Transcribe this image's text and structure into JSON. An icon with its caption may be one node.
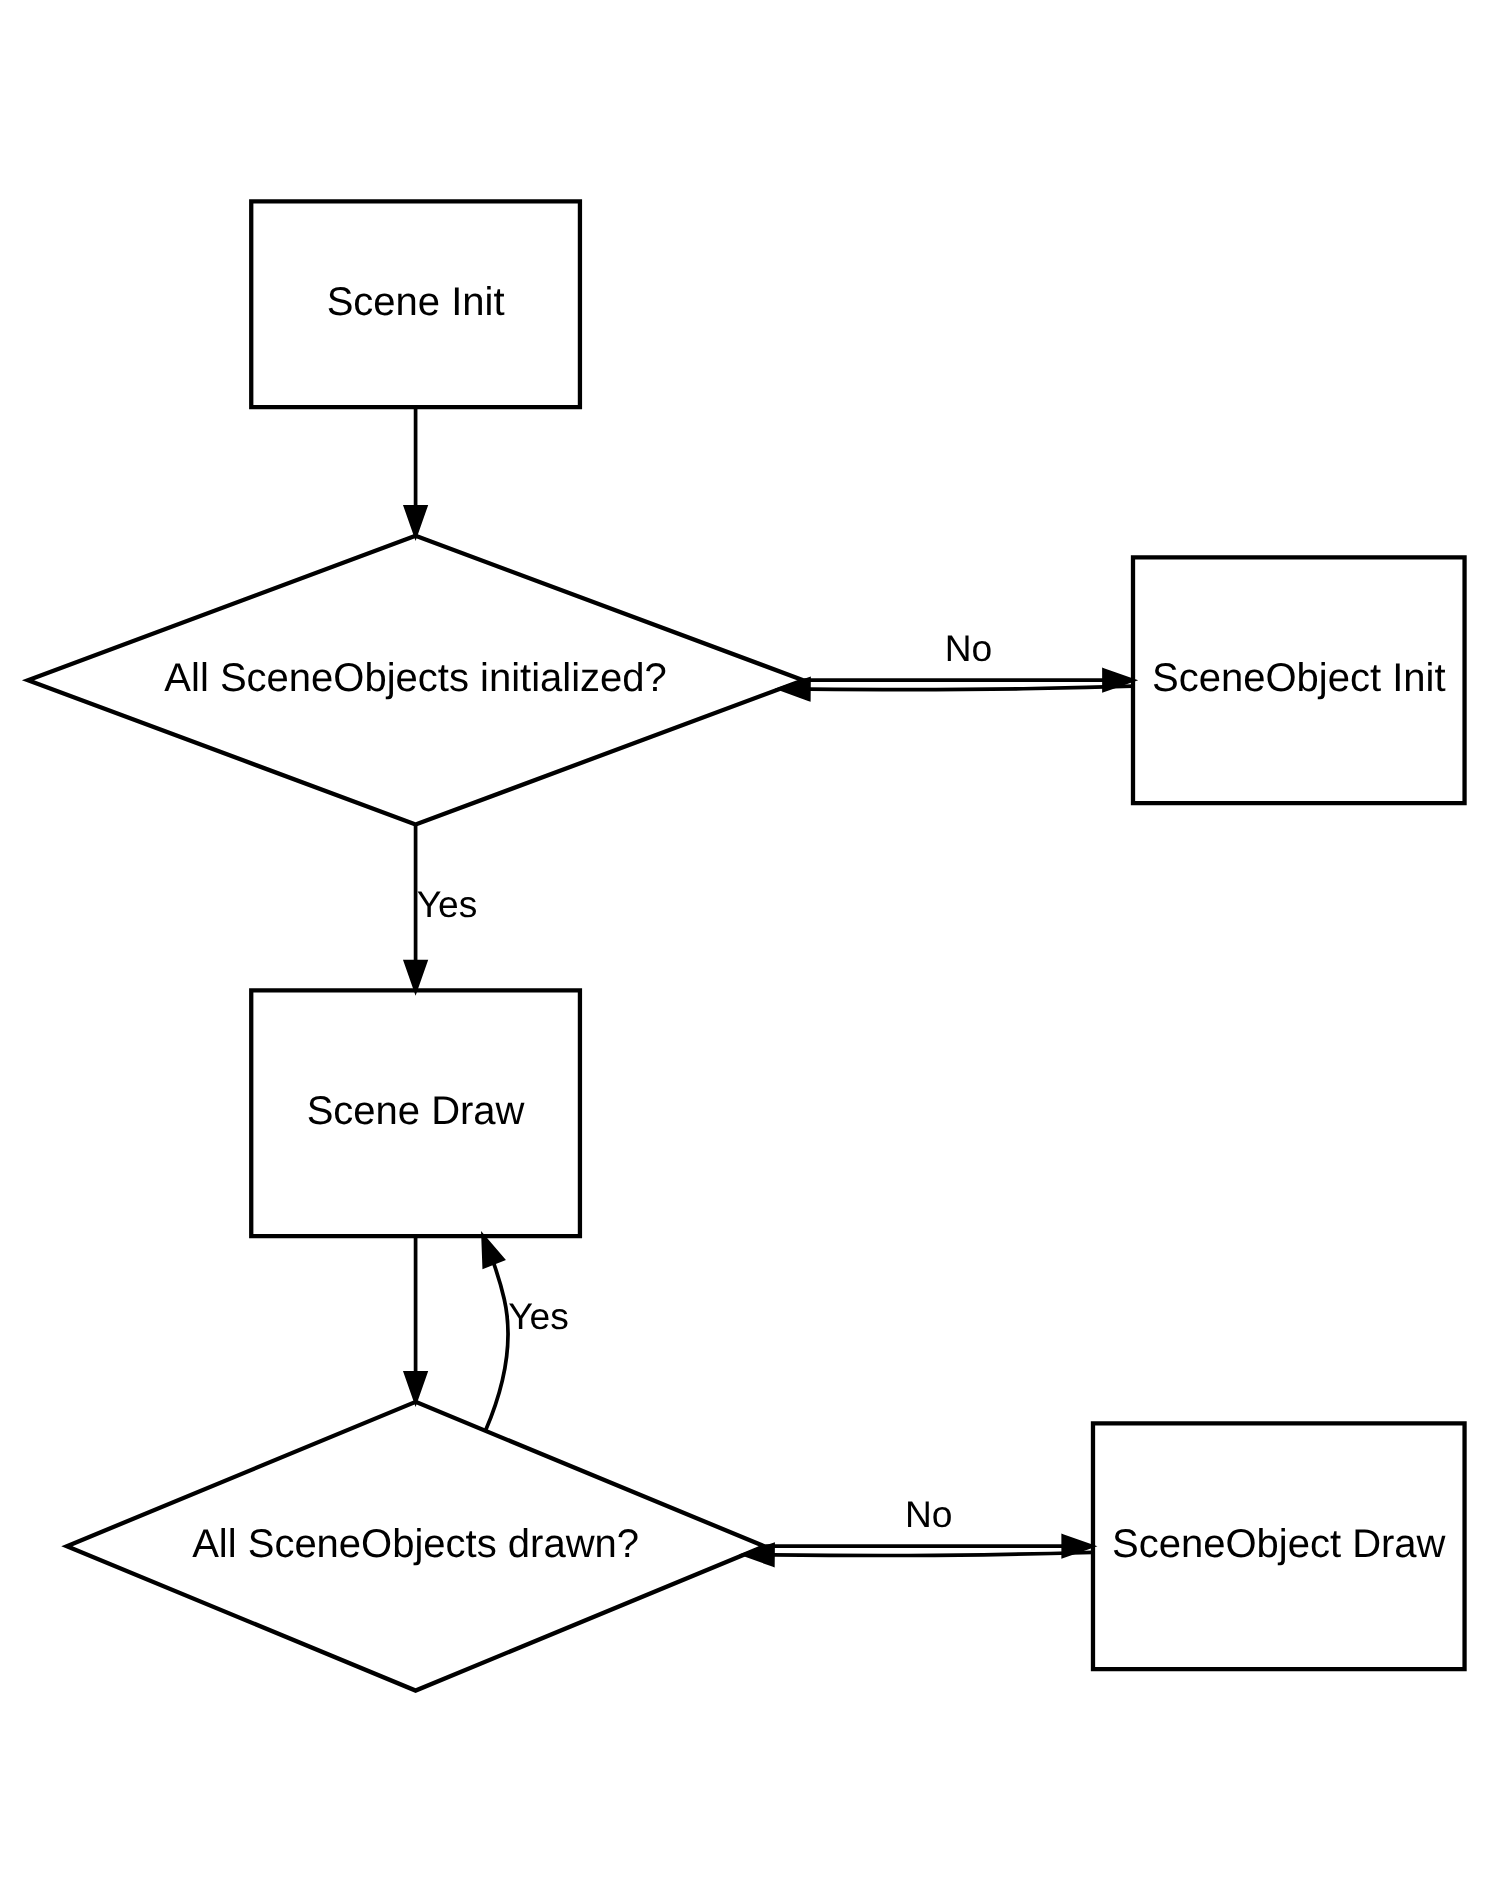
{
  "diagram": {
    "nodes": [
      {
        "text": [
          "Scene Init"
        ]
      },
      {
        "text": [
          "All SceneObjects initialized?"
        ]
      },
      {
        "text": [
          "SceneObject Init"
        ]
      },
      {
        "text": [
          "Scene Draw"
        ]
      },
      {
        "text": [
          "All SceneObjects drawn?"
        ]
      },
      {
        "text": [
          "SceneObject Draw"
        ]
      }
    ],
    "edges": [
      {
        "from": 0,
        "to": 1,
        "arrow": "to"
      },
      {
        "from": 1,
        "to": 2,
        "arrow": "to",
        "label": "No"
      },
      {
        "from": 2,
        "to": 1,
        "arrow": "to"
      },
      {
        "from": 1,
        "to": 3,
        "arrow": "to",
        "label": "Yes"
      },
      {
        "from": 3,
        "to": 4,
        "arrow": "to"
      },
      {
        "from": 4,
        "to": 5,
        "arrow": "to",
        "label": "No"
      },
      {
        "from": 5,
        "to": 4,
        "arrow": "to"
      },
      {
        "from": 4,
        "to": 3,
        "arrow": "to",
        "label": "Yes"
      }
    ]
  }
}
